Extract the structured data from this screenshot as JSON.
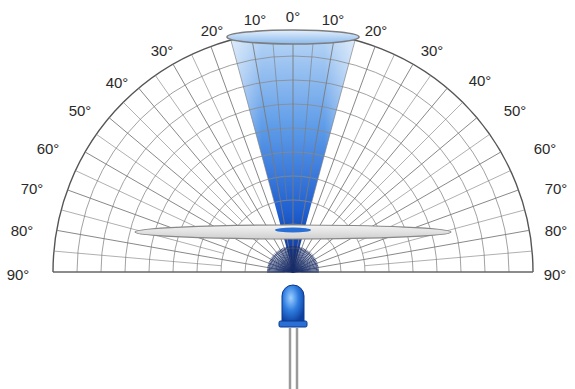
{
  "diagram": {
    "labels": [
      "20°",
      "10°",
      "0°",
      "10°",
      "20°",
      "30°",
      "30°",
      "40°",
      "40°",
      "50°",
      "50°",
      "60°",
      "60°",
      "70°",
      "70°",
      "80°",
      "80°",
      "90°",
      "90°"
    ]
  }
}
